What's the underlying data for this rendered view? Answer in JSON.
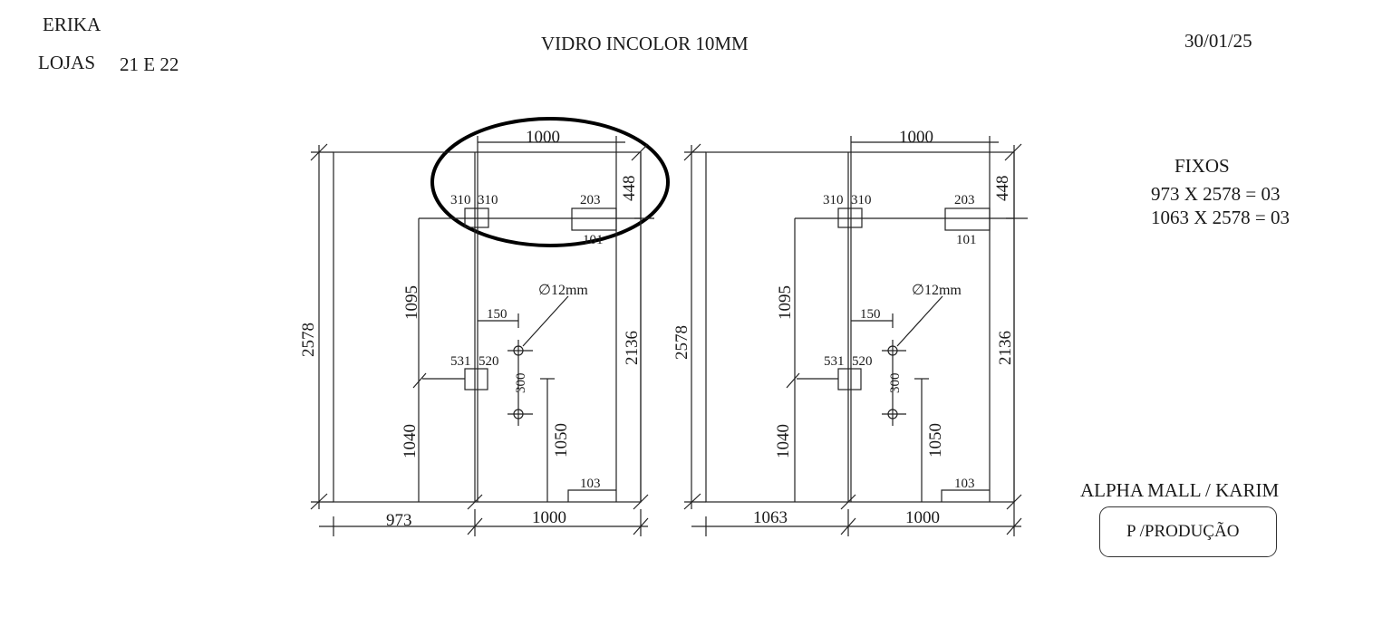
{
  "header": {
    "client": "ERIKA",
    "lojas_label": "LOJAS",
    "lojas_value": "21 E 22",
    "title": "VIDRO INCOLOR 10MM",
    "date": "30/01/25"
  },
  "summary": {
    "heading": "FIXOS",
    "line1": "973 X 2578 = 03",
    "line2": "1063 X 2578 = 03"
  },
  "footer": {
    "project": "ALPHA MALL / KARIM",
    "status": "P /PRODUÇÃO"
  },
  "drawing_left": {
    "top_width": "1000",
    "top_height": "448",
    "total_height": "2578",
    "door_height": "2136",
    "hinge_left": "310",
    "hinge_right": "310",
    "lock_width": "203",
    "lock_height": "101",
    "pivot_height": "1095",
    "hole_diameter": "∅12mm",
    "handle_offset": "150",
    "lock_left": "531",
    "lock_right": "520",
    "hole_spacing": "300",
    "lock_floor_height": "1040",
    "handle_floor_height": "1050",
    "bottom_patch": "103",
    "fixed_width": "973",
    "door_width": "1000"
  },
  "drawing_right": {
    "top_width": "1000",
    "top_height": "448",
    "total_height": "2578",
    "door_height": "2136",
    "hinge_left": "310",
    "hinge_right": "310",
    "lock_width": "203",
    "lock_height": "101",
    "pivot_height": "1095",
    "hole_diameter": "∅12mm",
    "handle_offset": "150",
    "lock_left": "531",
    "lock_right": "520",
    "hole_spacing": "300",
    "lock_floor_height": "1040",
    "handle_floor_height": "1050",
    "bottom_patch": "103",
    "fixed_width": "1063",
    "door_width": "1000"
  }
}
